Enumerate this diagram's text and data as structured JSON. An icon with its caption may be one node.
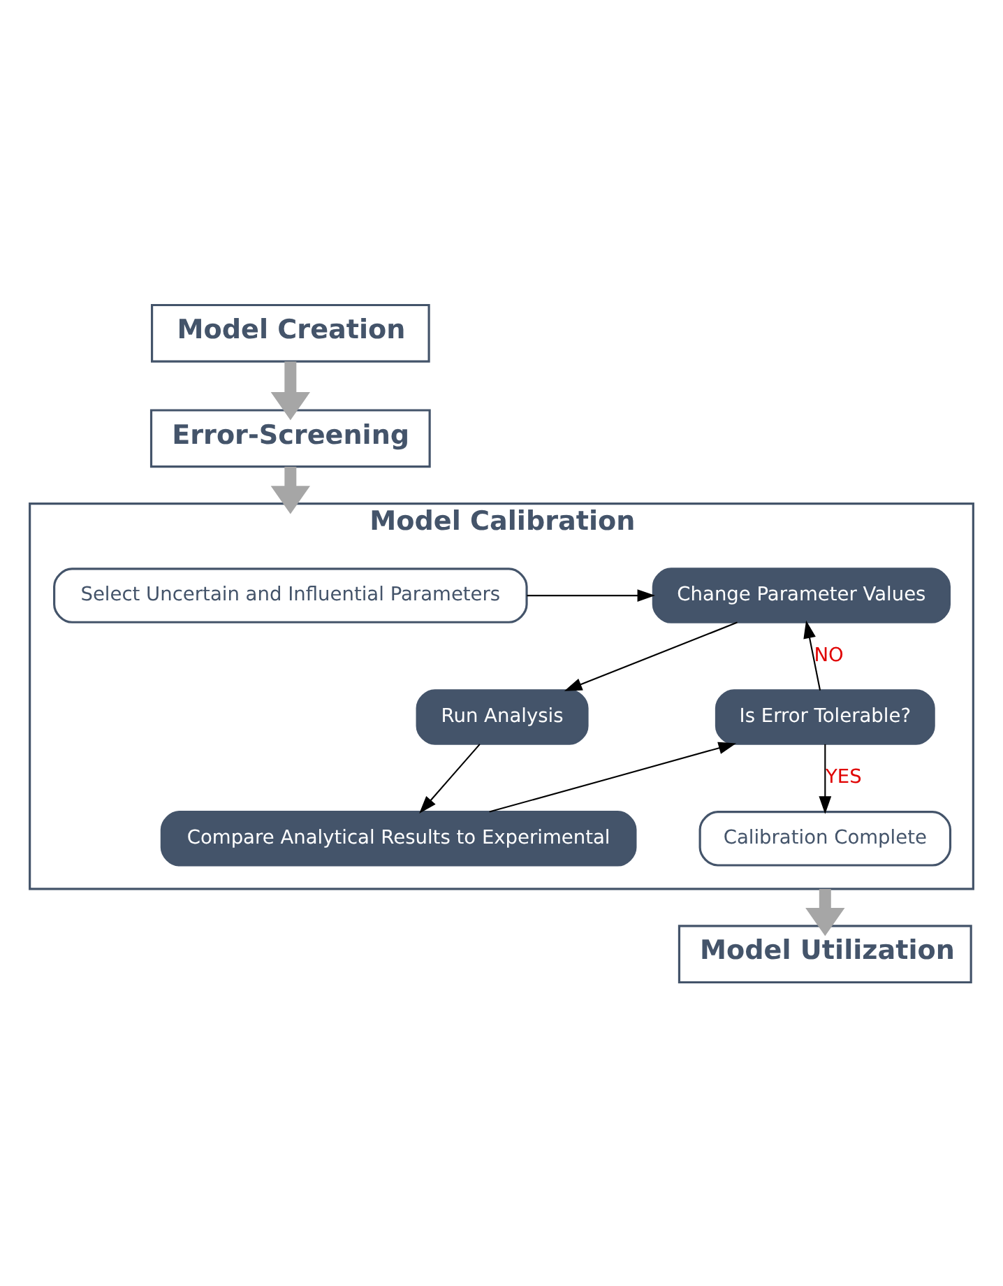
{
  "diagram": {
    "nodes": [
      {
        "text": [
          "Model Creation"
        ]
      },
      {
        "text": [
          "Error-Screening"
        ]
      },
      {
        "text": [
          "Model Calibration"
        ]
      },
      {
        "text": [
          "Select Uncertain and Influential Parameters"
        ],
        "in": 2
      },
      {
        "text": [
          "Change Parameter Values"
        ],
        "in": 2
      },
      {
        "text": [
          "Run Analysis"
        ],
        "in": 2
      },
      {
        "text": [
          "Compare Analytical Results to Experimental"
        ],
        "in": 2
      },
      {
        "text": [
          "Is Error Tolerable?"
        ],
        "in": 2
      },
      {
        "text": [
          "Calibration Complete"
        ],
        "in": 2
      },
      {
        "text": [
          "Model Utilization"
        ]
      }
    ],
    "edges": [
      {
        "from": 0,
        "to": 1,
        "arrow": "to",
        "style": "thick",
        "color": "#a6a6a6"
      },
      {
        "from": 1,
        "to": 2,
        "arrow": "to",
        "style": "thick",
        "color": "#a6a6a6"
      },
      {
        "from": 3,
        "to": 4,
        "arrow": "to"
      },
      {
        "from": 4,
        "to": 5,
        "arrow": "to"
      },
      {
        "from": 5,
        "to": 6,
        "arrow": "to"
      },
      {
        "from": 6,
        "to": 7,
        "arrow": "to"
      },
      {
        "from": 7,
        "to": 4,
        "arrow": "to",
        "label": "NO"
      },
      {
        "from": 7,
        "to": 8,
        "arrow": "to",
        "label": "YES"
      },
      {
        "from": 2,
        "to": 9,
        "arrow": "to",
        "style": "thick",
        "color": "#a6a6a6"
      }
    ]
  }
}
